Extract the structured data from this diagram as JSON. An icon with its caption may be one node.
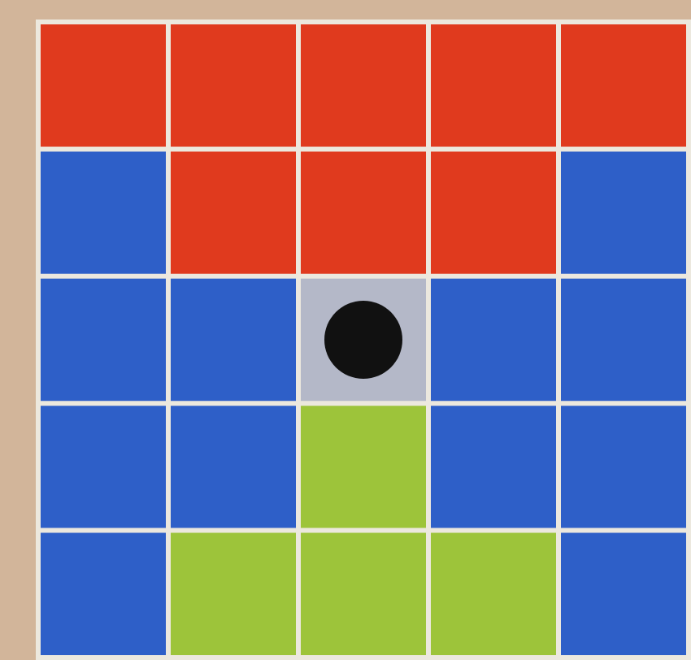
{
  "diagram": {
    "nodes": [
      {
        "text": [],
        "shape": "box"
      },
      {
        "text": [],
        "shape": "box"
      },
      {
        "text": [],
        "shape": "box"
      },
      {
        "text": [],
        "shape": "box"
      },
      {
        "text": [],
        "shape": "box"
      },
      {
        "text": [],
        "shape": "box"
      },
      {
        "text": [],
        "shape": "box"
      },
      {
        "text": [],
        "shape": "box"
      },
      {
        "text": [],
        "shape": "box"
      },
      {
        "text": [],
        "shape": "box"
      },
      {
        "text": [],
        "shape": "box"
      },
      {
        "text": [],
        "shape": "box"
      },
      {
        "text": [],
        "shape": "box"
      },
      {
        "text": [],
        "shape": "box"
      },
      {
        "text": [],
        "shape": "box"
      },
      {
        "text": [],
        "shape": "box"
      },
      {
        "text": [],
        "shape": "box"
      },
      {
        "text": [],
        "shape": "box"
      },
      {
        "text": [],
        "shape": "box"
      },
      {
        "text": [],
        "shape": "box"
      },
      {
        "text": [],
        "shape": "box"
      },
      {
        "text": [],
        "shape": "box"
      },
      {
        "text": [],
        "shape": "box"
      },
      {
        "text": [],
        "shape": "box"
      },
      {
        "text": [],
        "shape": "box"
      },
      {
        "text": [],
        "shape": "circle",
        "in": 12
      }
    ]
  }
}
